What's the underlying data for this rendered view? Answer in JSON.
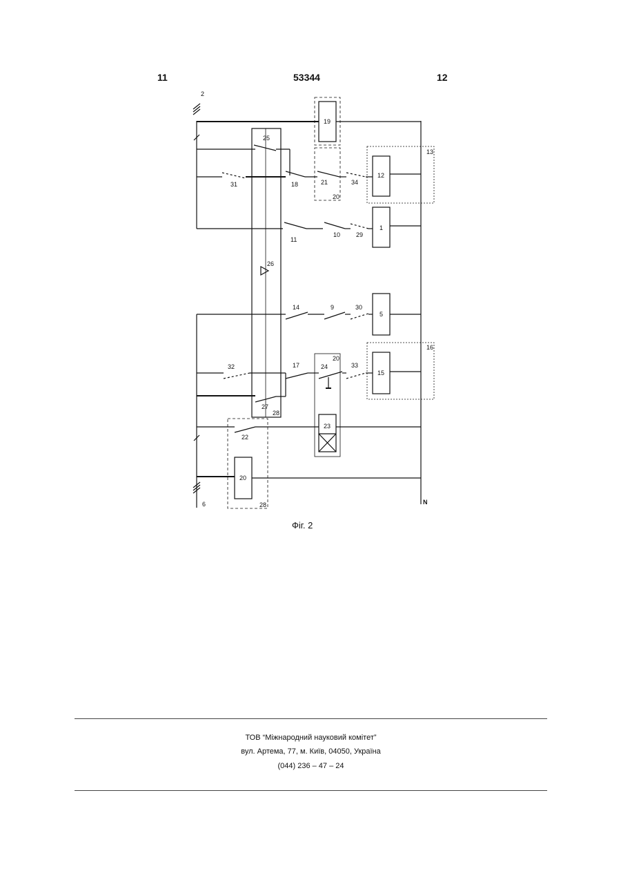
{
  "header": {
    "left_page": "11",
    "patent_number": "53344",
    "right_page": "12"
  },
  "diagram": {
    "figure_caption": "Фіг. 2",
    "phase_left_top": "2",
    "phase_left_bottom": "6",
    "neutral": "N",
    "blocks": {
      "b19": "19",
      "b12": "12",
      "b1": "1",
      "b5": "5",
      "b15": "15",
      "b23": "23",
      "b20": "20"
    },
    "contacts": {
      "c25": "25",
      "c31": "31",
      "c18": "18",
      "c21": "21",
      "c34": "34",
      "c11": "11",
      "c10": "10",
      "c29": "29",
      "c14": "14",
      "c9": "9",
      "c30": "30",
      "c32": "32",
      "c17": "17",
      "c24": "24",
      "c33": "33",
      "c27": "27",
      "c22": "22"
    },
    "groups": {
      "g13": "13",
      "g16": "16",
      "g26": "26",
      "g20_top": "20",
      "g20_mid": "20",
      "g28_mid": "28",
      "g28_bot": "28"
    }
  },
  "footer": {
    "organization": "ТОВ “Міжнародний науковий комітет”",
    "address": "вул. Артема, 77, м. Київ, 04050, Україна",
    "phone": "(044) 236 – 47 – 24"
  }
}
